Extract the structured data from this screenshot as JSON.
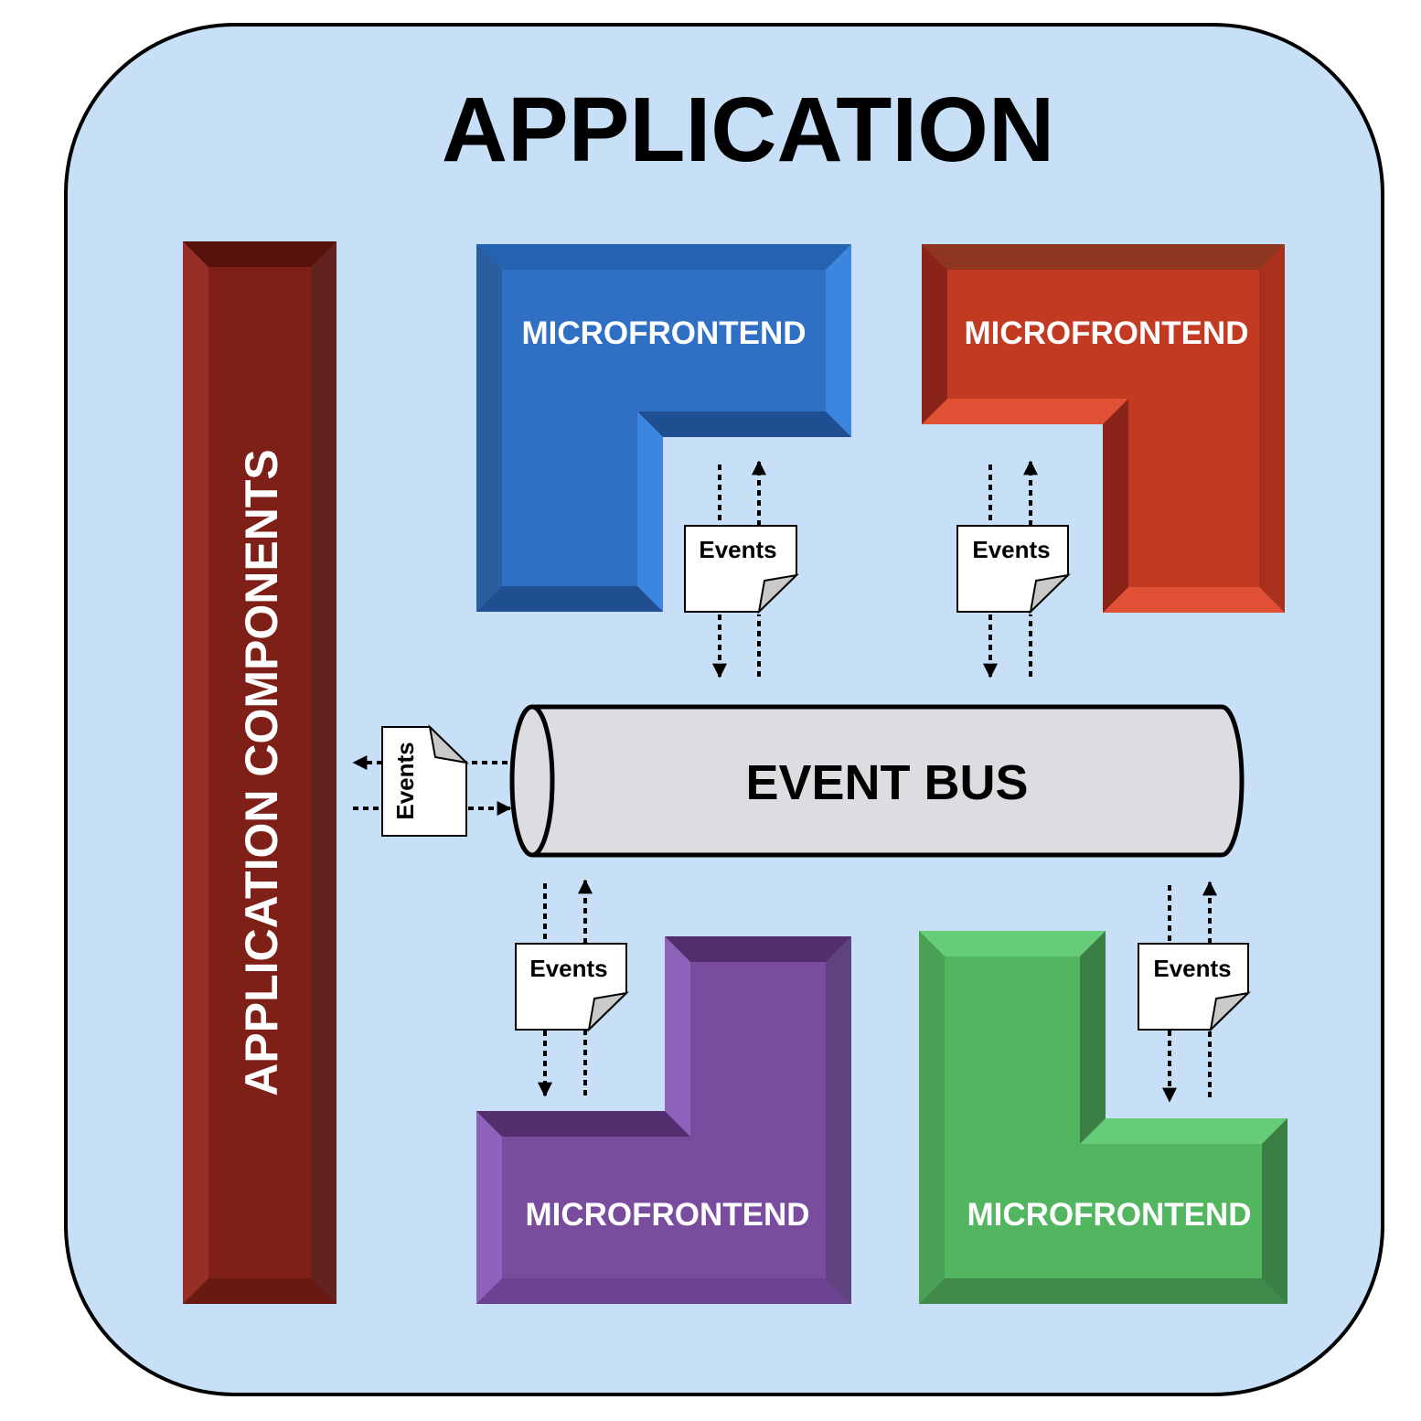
{
  "title": "APPLICATION",
  "app_components": {
    "label": "APPLICATION COMPONENTS",
    "color": "#7e2018"
  },
  "event_bus": {
    "label": "EVENT BUS",
    "color": "#dcdde0"
  },
  "events_label": "Events",
  "microfrontends": [
    {
      "label": "MICROFRONTEND",
      "color": "#2f70c5"
    },
    {
      "label": "MICROFRONTEND",
      "color": "#c23a22"
    },
    {
      "label": "MICROFRONTEND",
      "color": "#7a4c9e"
    },
    {
      "label": "MICROFRONTEND",
      "color": "#52b560"
    }
  ],
  "colors": {
    "background": "#c7e0f8",
    "border": "#000000"
  }
}
